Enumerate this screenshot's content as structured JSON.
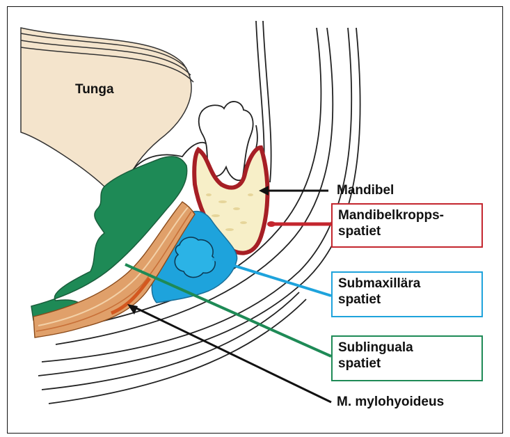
{
  "labels": {
    "tongue": "Tunga",
    "mandible": "Mandibel",
    "mandible_body_space_line1": "Mandibelkropps-",
    "mandible_body_space_line2": "spatiet",
    "submandibular_space_line1": "Submaxillära",
    "submandibular_space_line2": "spatiet",
    "sublingual_space_line1": "Sublinguala",
    "sublingual_space_line2": "spatiet",
    "mylohyoid": "M. mylohyoideus"
  },
  "colors": {
    "mandible_body_space": "#c4262e",
    "submandibular_space": "#1ea3dc",
    "sublingual_space": "#1e8a56",
    "mylohyoid_leader": "#111111",
    "tongue_fill": "#f4e4cc",
    "bone_fill": "#f7efc8",
    "muscle_fill": "#e08a4a"
  }
}
